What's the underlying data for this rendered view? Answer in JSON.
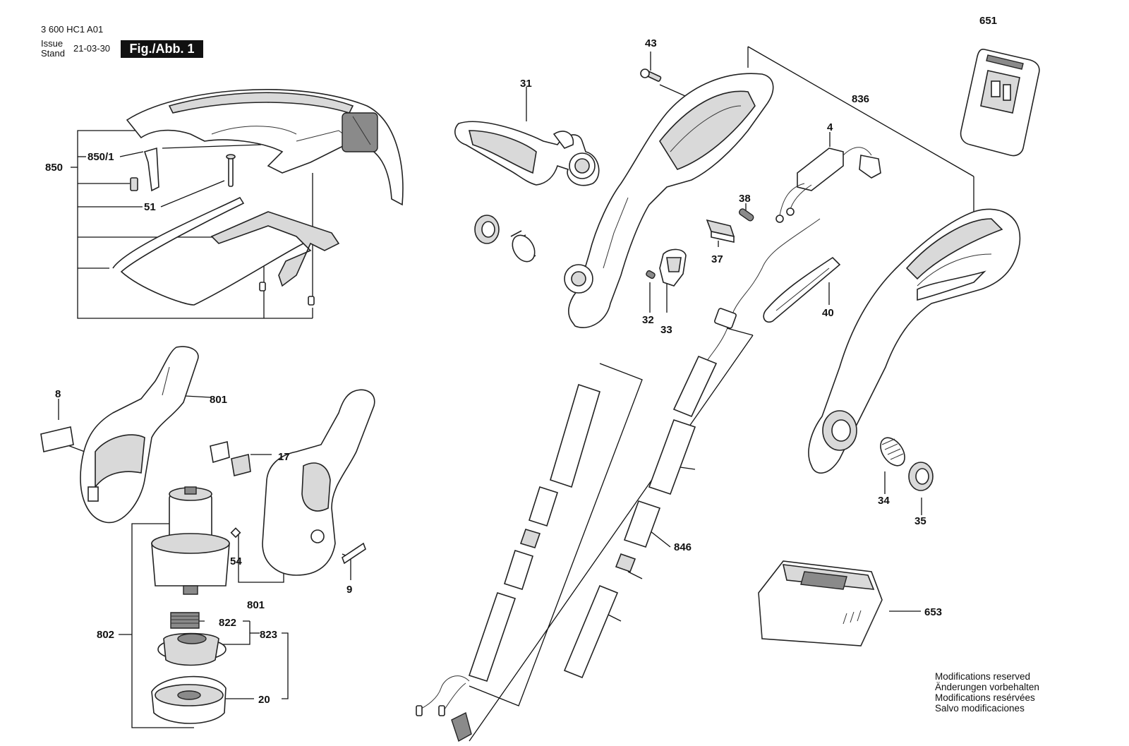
{
  "header": {
    "doc_number": "3 600 HC1 A01",
    "issue_label": "Issue",
    "stand_label": "Stand",
    "date": "21-03-30",
    "figure_label": "Fig./Abb. 1"
  },
  "notes": [
    "Modifications reserved",
    "Änderungen vorbehalten",
    "Modifications resérvées",
    "Salvo modificaciones"
  ],
  "labels": {
    "p651": "651",
    "p43": "43",
    "p31": "31",
    "p836": "836",
    "p4": "4",
    "p850": "850",
    "p850_1": "850/1",
    "p51": "51",
    "p38": "38",
    "p37": "37",
    "p32": "32",
    "p33": "33",
    "p40": "40",
    "p8": "8",
    "p801a": "801",
    "p17": "17",
    "p54": "54",
    "p801b": "801",
    "p9": "9",
    "p846": "846",
    "p34": "34",
    "p35": "35",
    "p802": "802",
    "p822": "822",
    "p823": "823",
    "p20": "20",
    "p653": "653"
  }
}
